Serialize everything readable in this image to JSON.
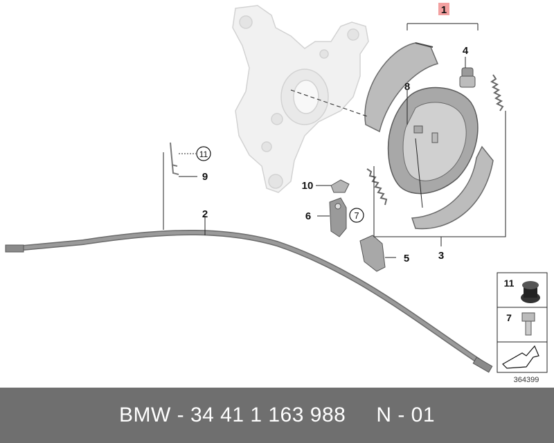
{
  "diagram": {
    "callouts": {
      "c1": "1",
      "c2": "2",
      "c3": "3",
      "c4": "4",
      "c5": "5",
      "c6": "6",
      "c7": "7",
      "c8": "8",
      "c9": "9",
      "c10": "10",
      "c11": "11"
    },
    "legend": {
      "item_11": "11",
      "item_7": "7"
    },
    "image_number": "364399"
  },
  "footer": {
    "part_label": "BMW - 34 41 1 163 988",
    "variant": "N - 01"
  },
  "colors": {
    "footer_bg": "#6f6f6f",
    "part_gray": "#9a9a9a",
    "callout_highlight": "#e06060"
  }
}
